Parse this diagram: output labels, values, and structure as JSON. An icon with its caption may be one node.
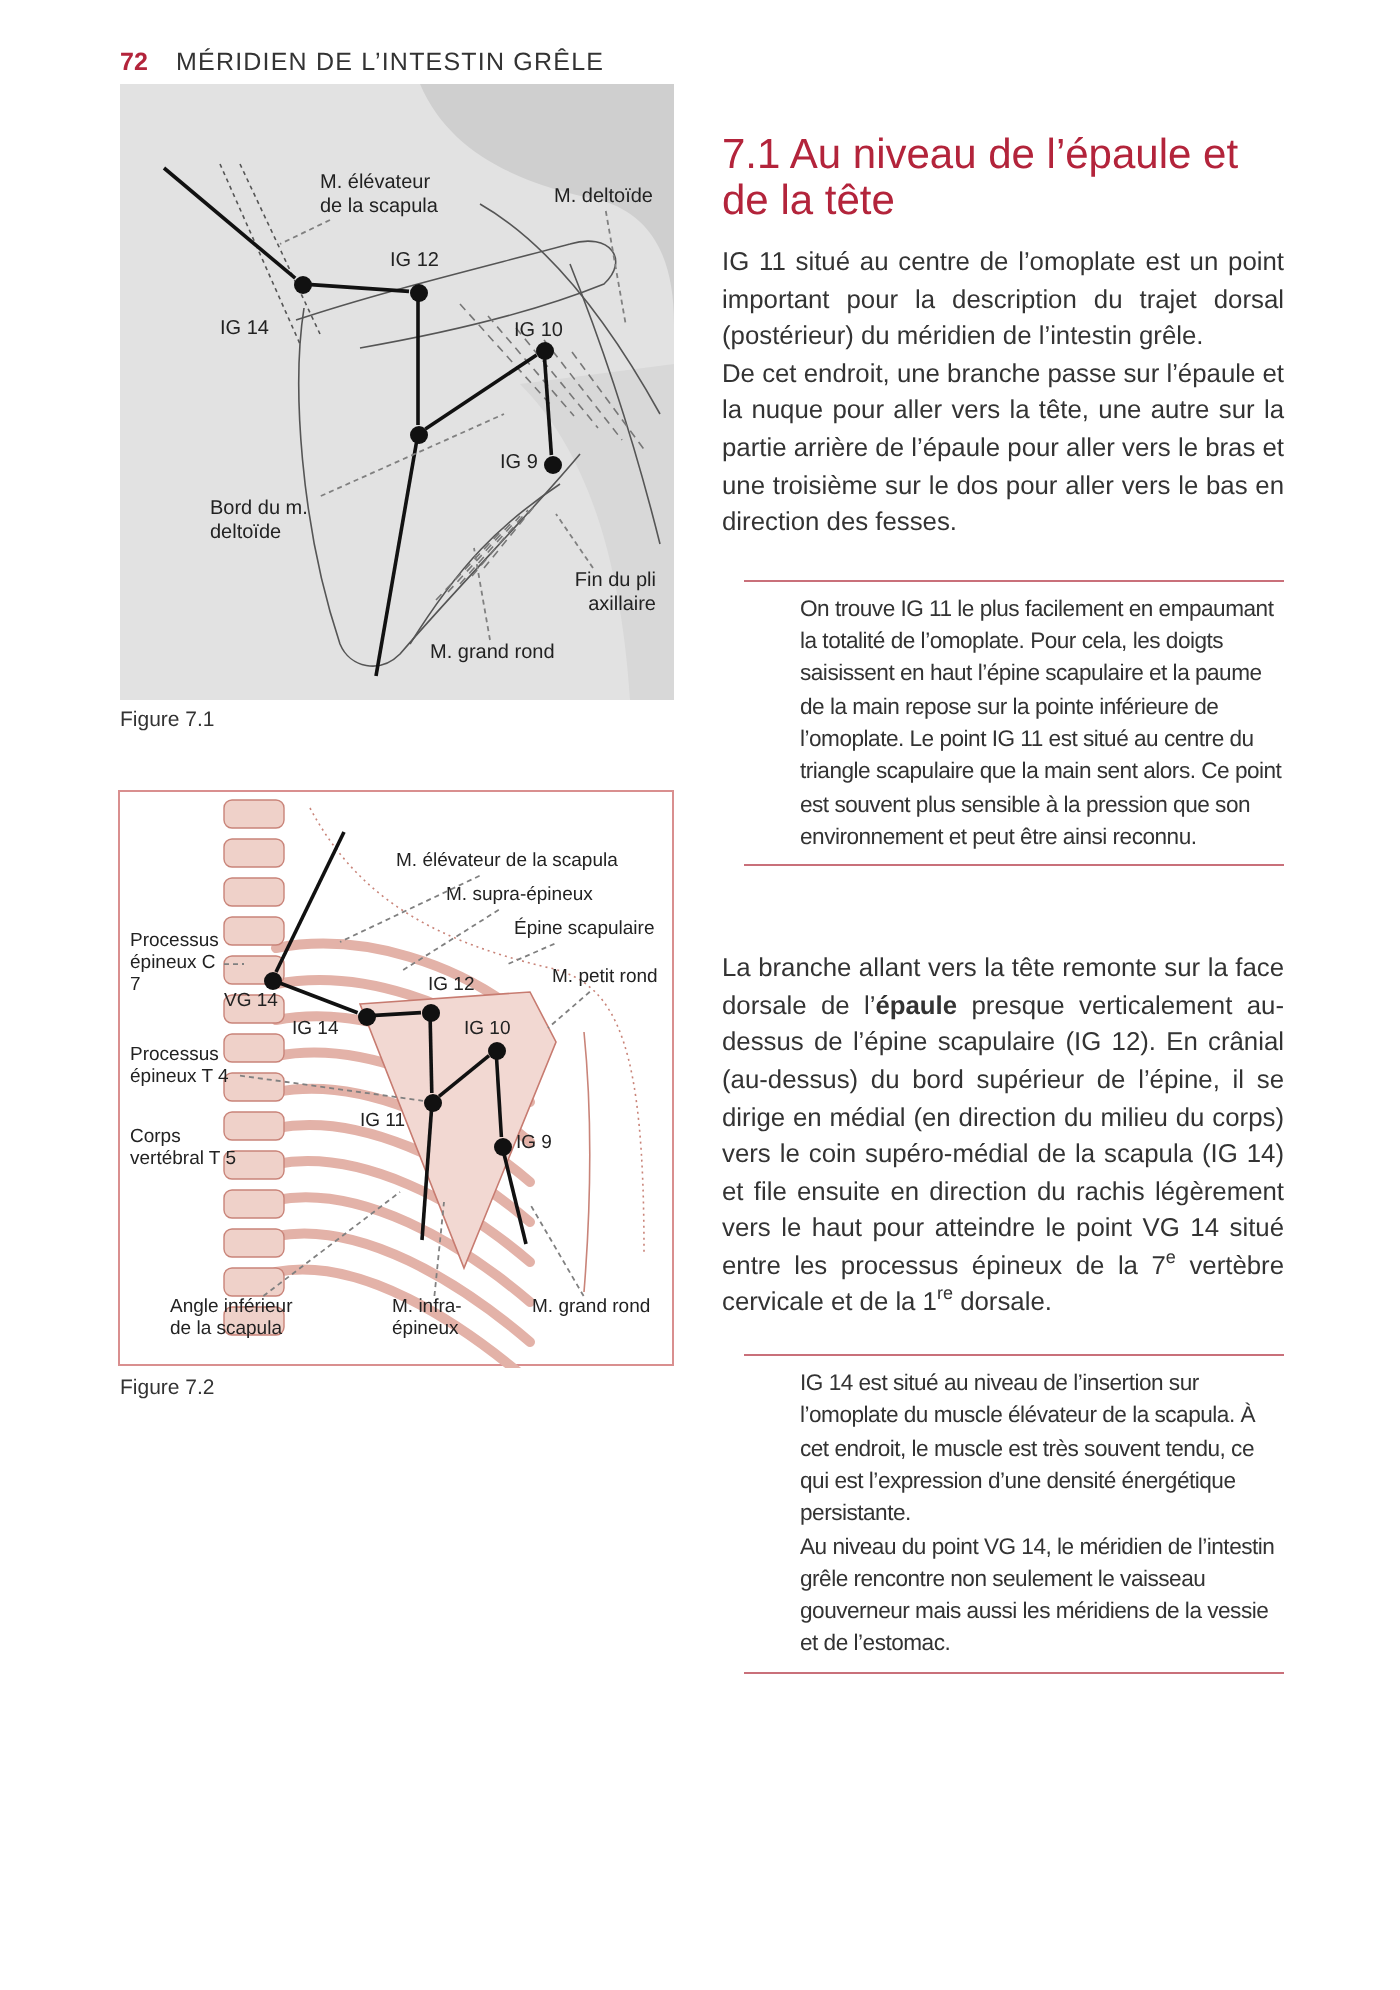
{
  "diagram": {
    "title": "7.1 Au niveau de l’épaule et de la tête",
    "nodes": [
      {
        "text": [
          "M. élévateur de la scapula"
        ]
      },
      {
        "text": [
          "M. deltoïde"
        ]
      },
      {
        "text": [],
        "shape": "circle",
        "beside": [
          "IG 14"
        ]
      },
      {
        "text": [],
        "shape": "circle",
        "beside": [
          "IG 12"
        ]
      },
      {
        "text": [],
        "shape": "circle",
        "beside": [
          "IG 10"
        ]
      },
      {
        "text": [],
        "shape": "circle"
      },
      {
        "text": [],
        "shape": "circle",
        "beside": [
          "IG 9"
        ]
      },
      {
        "text": [
          "Bord du m. deltoïde"
        ]
      },
      {
        "text": [
          "Fin du pli axillaire"
        ]
      },
      {
        "text": [
          "M. grand rond"
        ]
      },
      {
        "text": [
          "Processus épineux C 7"
        ]
      },
      {
        "text": [],
        "shape": "circle",
        "beside": [
          "VG 14"
        ]
      },
      {
        "text": [],
        "shape": "circle",
        "beside": [
          "IG 14"
        ]
      },
      {
        "text": [],
        "shape": "circle",
        "beside": [
          "IG 12"
        ]
      },
      {
        "text": [],
        "shape": "circle",
        "beside": [
          "IG 10"
        ]
      },
      {
        "text": [],
        "shape": "circle",
        "beside": [
          "IG 11"
        ]
      },
      {
        "text": [],
        "shape": "circle",
        "beside": [
          "IG 9"
        ]
      },
      {
        "text": [
          "M. élévateur de la scapula"
        ]
      },
      {
        "text": [
          "M. supra-épineux"
        ]
      },
      {
        "text": [
          "Épine scapulaire"
        ]
      },
      {
        "text": [
          "M. petit rond"
        ]
      },
      {
        "text": [
          "Processus épineux T 4"
        ]
      },
      {
        "text": [
          "Angle inférieur de la scapula"
        ]
      },
      {
        "text": [
          "M. infra-épineux"
        ]
      },
      {
        "text": [
          "M. grand rond"
        ]
      }
    ],
    "edges": [
      {
        "from": null,
        "to": 2,
        "arrow": "none"
      },
      {
        "from": 2,
        "to": 3,
        "arrow": "none"
      },
      {
        "from": 3,
        "to": 5,
        "arrow": "none"
      },
      {
        "from": 5,
        "to": 4,
        "arrow": "none"
      },
      {
        "from": 4,
        "to": 6,
        "arrow": "none"
      },
      {
        "from": 5,
        "to": null,
        "arrow": "none"
      },
      {
        "from": 0,
        "to": null,
        "arrow": "none",
        "style": "dashed",
        "color": "#808080"
      },
      {
        "from": 1,
        "to": null,
        "arrow": "none",
        "style": "dashed",
        "color": "#808080"
      },
      {
        "from": 7,
        "to": null,
        "arrow": "none",
        "style": "dashed",
        "color": "#808080"
      },
      {
        "from": 8,
        "to": null,
        "arrow": "none",
        "style": "dashed",
        "color": "#808080"
      },
      {
        "from": 9,
        "to": null,
        "arrow": "none",
        "style": "dashed",
        "color": "#808080"
      },
      {
        "from": null,
        "to": 11,
        "arrow": "none"
      },
      {
        "from": 11,
        "to": 12,
        "arrow": "none"
      },
      {
        "from": 12,
        "to": 13,
        "arrow": "none"
      },
      {
        "from": 13,
        "to": 15,
        "arrow": "none"
      },
      {
        "from": 15,
        "to": 14,
        "arrow": "none"
      },
      {
        "from": 14,
        "to": 16,
        "arrow": "none"
      },
      {
        "from": 15,
        "to": null,
        "arrow": "none"
      },
      {
        "from": 16,
        "to": null,
        "arrow": "none"
      },
      {
        "from": 10,
        "to": null,
        "arrow": "none",
        "style": "dashed",
        "color": "#808080"
      },
      {
        "from": 17,
        "to": null,
        "arrow": "none",
        "style": "dashed",
        "color": "#808080"
      },
      {
        "from": 18,
        "to": null,
        "arrow": "none",
        "style": "dashed",
        "color": "#808080"
      },
      {
        "from": 19,
        "to": null,
        "arrow": "none",
        "style": "dashed",
        "color": "#808080"
      },
      {
        "from": 20,
        "to": null,
        "arrow": "none",
        "style": "dashed",
        "color": "#808080"
      },
      {
        "from": 21,
        "to": 15,
        "arrow": "none",
        "style": "dashed",
        "color": "#808080"
      },
      {
        "from": 22,
        "to": null,
        "arrow": "none",
        "style": "dashed",
        "color": "#808080"
      },
      {
        "from": 23,
        "to": null,
        "arrow": "none",
        "style": "dashed",
        "color": "#808080"
      },
      {
        "from": 24,
        "to": null,
        "arrow": "none",
        "style": "dashed",
        "color": "#808080"
      }
    ],
    "labels": [
      "72",
      "MÉRIDIEN DE L’INTESTIN GRÊLE",
      "Figure 7.1",
      "Corps vertébral T 5",
      "Figure 7.2",
      "IG 11 situé au centre de l’omoplate est un point important pour la description du trajet dorsal (postérieur) du méridien de l’intestin grêle.",
      "De cet endroit, une branche passe sur l’épaule et la nuque pour aller vers la tête, une autre sur la partie arrière de l’épaule pour aller vers le bras et une troisième sur le dos pour aller vers le bas en direction des fesses.",
      "On trouve IG 11 le plus facilement en empaumant la totalité de l’omoplate. Pour cela, les doigts saisissent en haut l’épine scapulaire et la paume de la main repose sur la pointe inférieure de l’omoplate. Le point IG 11 est situé au centre du triangle scapulaire que la main sent alors. Ce point est souvent plus sensible à la pression que son environnement et peut être ainsi reconnu.",
      "La branche allant vers la tête remonte sur la face dorsale de l’**épaule** presque verticalement au-dessus de l’épine scapulaire (IG 12). En crânial (au-dessus) du bord supérieur de l’épine, il se dirige en médial (en direction du milieu du corps) vers le coin supéro-médial de la scapula (IG 14) et file ensuite en direction du rachis légèrement vers le haut pour atteindre le point VG 14 situé entre les processus épineux de la 7$^{e}$ vertèbre cervicale et de la 1$^{re}$ dorsale.",
      "IG 14 est situé au niveau de l’insertion sur l’omoplate du muscle élévateur de la scapula. À cet endroit, le muscle est très souvent tendu, ce qui est l’expression d’une densité énergétique persistante.",
      "Au niveau du point VG 14, le méridien de l’intestin grêle rencontre non seulement le vaisseau gouverneur mais aussi les méridiens de la vessie et de l’estomac."
    ]
  }
}
